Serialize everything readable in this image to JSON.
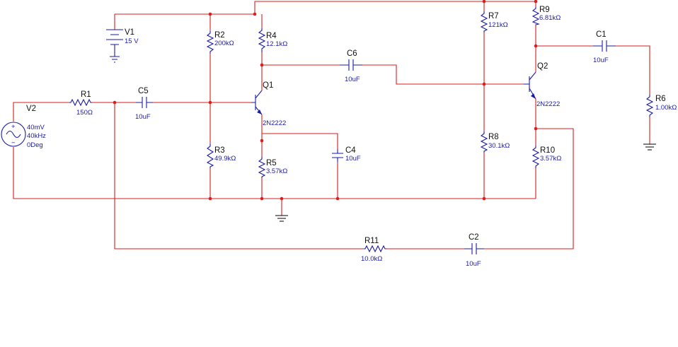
{
  "components": {
    "V1": {
      "ref": "V1",
      "value": "15 V"
    },
    "V2": {
      "ref": "V2",
      "amplitude": "40mV",
      "frequency": "40kHz",
      "phase": "0Deg"
    },
    "R1": {
      "ref": "R1",
      "value": "150Ω"
    },
    "R2": {
      "ref": "R2",
      "value": "200kΩ"
    },
    "R3": {
      "ref": "R3",
      "value": "49.9kΩ"
    },
    "R4": {
      "ref": "R4",
      "value": "12.1kΩ"
    },
    "R5": {
      "ref": "R5",
      "value": "3.57kΩ"
    },
    "R6": {
      "ref": "R6",
      "value": "1.00kΩ"
    },
    "R7": {
      "ref": "R7",
      "value": "121kΩ"
    },
    "R8": {
      "ref": "R8",
      "value": "30.1kΩ"
    },
    "R9": {
      "ref": "R9",
      "value": "6.81kΩ"
    },
    "R10": {
      "ref": "R10",
      "value": "3.57kΩ"
    },
    "R11": {
      "ref": "R11",
      "value": "10.0kΩ"
    },
    "C1": {
      "ref": "C1",
      "value": "10uF"
    },
    "C2": {
      "ref": "C2",
      "value": "10uF"
    },
    "C4": {
      "ref": "C4",
      "value": "10uF"
    },
    "C5": {
      "ref": "C5",
      "value": "10uF"
    },
    "C6": {
      "ref": "C6",
      "value": "10uF"
    },
    "Q1": {
      "ref": "Q1",
      "model": "2N2222"
    },
    "Q2": {
      "ref": "Q2",
      "model": "2N2222"
    }
  },
  "colors": {
    "wire": "#d91e1e",
    "component": "#1a1aa8",
    "label": "#111111",
    "ground": "#000000",
    "background": "#ffffff"
  }
}
